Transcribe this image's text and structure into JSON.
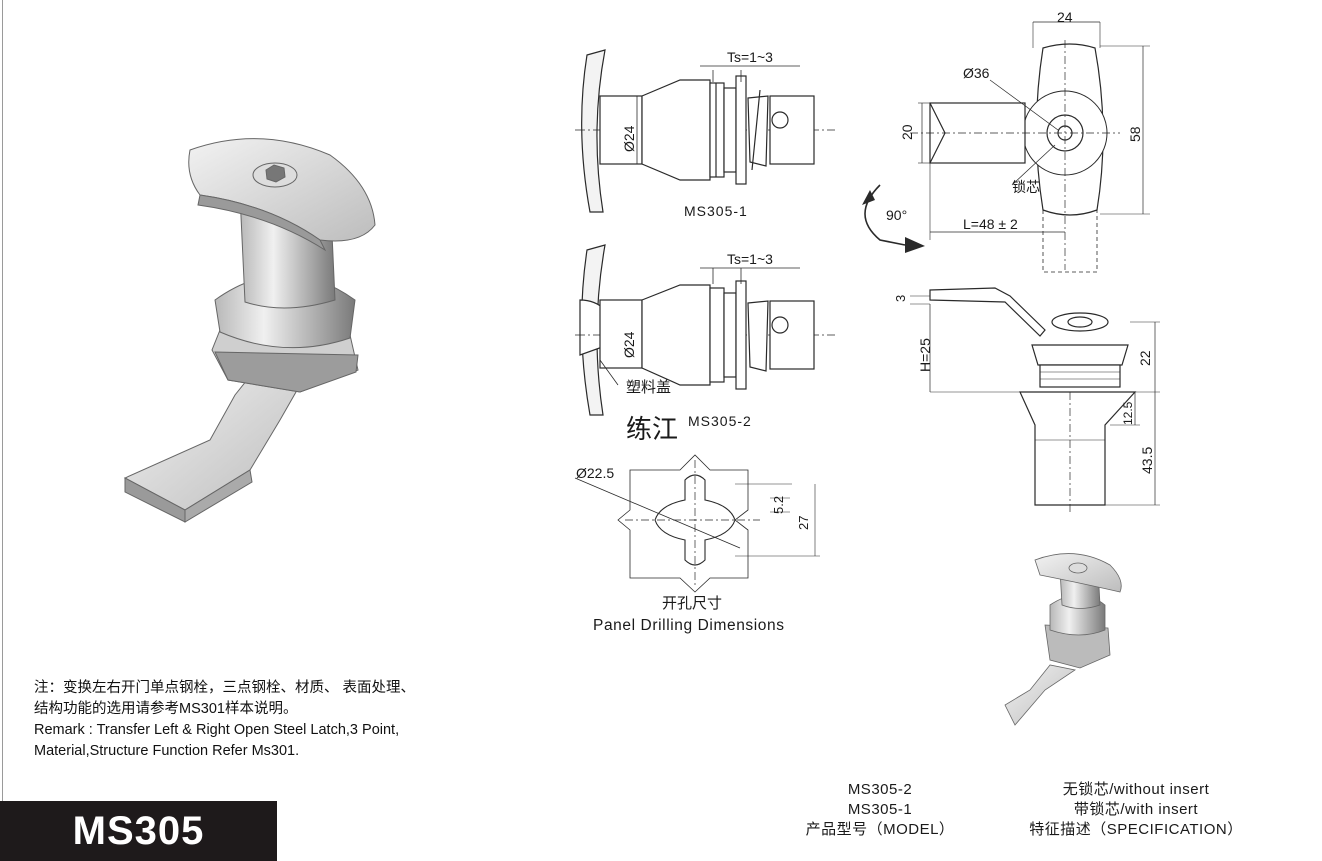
{
  "title": "MS305",
  "remark": {
    "cn_line1": "注：变换左右开门单点钢栓，三点钢栓、材质、 表面处理、",
    "cn_line2": "结构功能的选用请参考MS301样本说明。",
    "en_line1": "Remark : Transfer Left & Right Open Steel Latch,3 Point,",
    "en_line2": "Material,Structure Function Refer Ms301."
  },
  "drawing": {
    "ts_1": "Ts=1~3",
    "ts_2": "Ts=1~3",
    "dia24_1": "Ø24",
    "dia24_2": "Ø24",
    "label_ms305_1": "MS305-1",
    "label_ms305_2": "MS305-2",
    "plastic_cap": "塑料盖",
    "watermark": "练江",
    "dia36": "Ø36",
    "dim_24": "24",
    "dim_20": "20",
    "dim_58": "58",
    "lock_core": "锁芯",
    "angle_90": "90°",
    "length_L": "L=48 ± 2",
    "dim_3": "3",
    "dim_H": "H=25",
    "dim_22": "22",
    "dim_12_5": "12.5",
    "dim_43_5": "43.5",
    "dia22_5": "Ø22.5",
    "dim_5_2": "5.2",
    "dim_27": "27",
    "drilling_cn": "开孔尺寸",
    "drilling_en": "Panel Drilling Dimensions"
  },
  "spec_table": {
    "model_2": "MS305-2",
    "model_1": "MS305-1",
    "model_header": "产品型号（MODEL）",
    "spec_2": "无锁芯/without insert",
    "spec_1": "带锁芯/with insert",
    "spec_header": "特征描述（SPECIFICATION）"
  },
  "colors": {
    "line": "#2a2a2a",
    "title_box": "#1e1a1b",
    "metal_light": "#e6e6e6",
    "metal_dark": "#8c8c8c"
  }
}
